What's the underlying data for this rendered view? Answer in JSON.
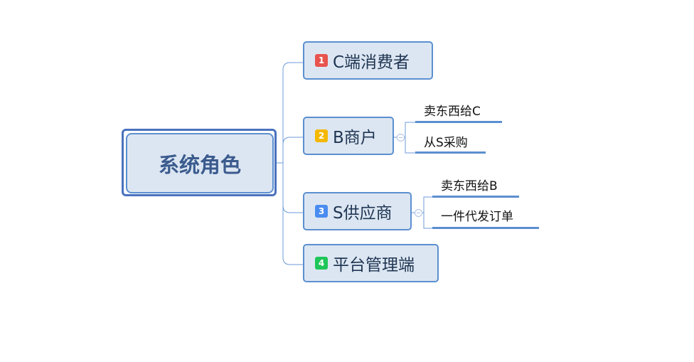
{
  "root": {
    "label": "系统角色"
  },
  "branches": [
    {
      "num": "1",
      "label": "C端消费者",
      "color": "#e8534e"
    },
    {
      "num": "2",
      "label": "B商户",
      "color": "#f5b800",
      "children": [
        "卖东西给C",
        "从S采购"
      ]
    },
    {
      "num": "3",
      "label": "S供应商",
      "color": "#4a8cf0",
      "children": [
        "卖东西给B",
        "一件代发订单"
      ]
    },
    {
      "num": "4",
      "label": "平台管理端",
      "color": "#1fc65a"
    }
  ]
}
